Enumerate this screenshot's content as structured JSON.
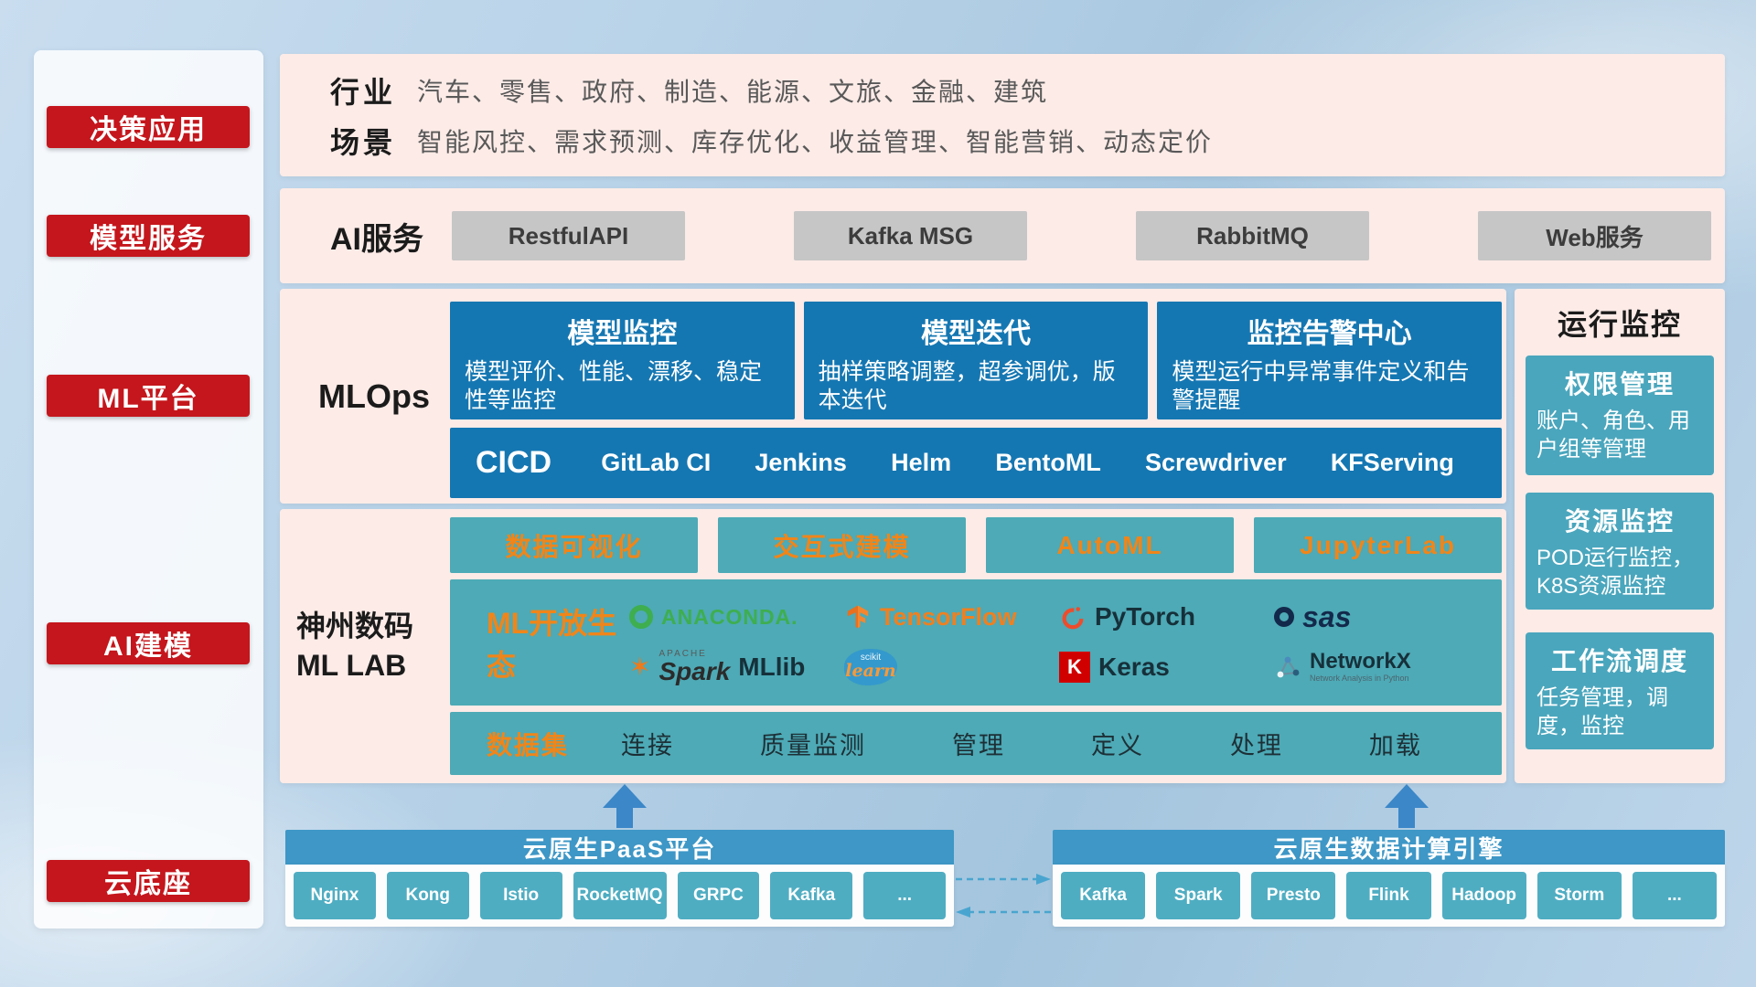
{
  "sidebar": {
    "items": [
      {
        "label": "决策应用"
      },
      {
        "label": "模型服务"
      },
      {
        "label": "ML平台"
      },
      {
        "label": "AI建模"
      },
      {
        "label": "云底座"
      }
    ]
  },
  "industry": {
    "rows": [
      {
        "label": "行业",
        "text": "汽车、零售、政府、制造、能源、文旅、金融、建筑"
      },
      {
        "label": "场景",
        "text": "智能风控、需求预测、库存优化、收益管理、智能营销、动态定价"
      }
    ]
  },
  "ai_service": {
    "label": "AI服务",
    "services": [
      "RestfulAPI",
      "Kafka MSG",
      "RabbitMQ",
      "Web服务"
    ]
  },
  "mlops": {
    "label": "MLOps",
    "cards": [
      {
        "title": "模型监控",
        "desc": "模型评价、性能、漂移、稳定性等监控"
      },
      {
        "title": "模型迭代",
        "desc": "抽样策略调整，超参调优，版本迭代"
      },
      {
        "title": "监控告警中心",
        "desc": "模型运行中异常事件定义和告警提醒"
      }
    ],
    "cicd_label": "CICD",
    "cicd_tools": [
      "GitLab CI",
      "Jenkins",
      "Helm",
      "BentoML",
      "Screwdriver",
      "KFServing"
    ]
  },
  "mllab": {
    "label_line1": "神州数码",
    "label_line2": "ML LAB",
    "features": [
      "数据可视化",
      "交互式建模",
      "AutoML",
      "JupyterLab"
    ],
    "eco_label": "ML开放生态",
    "logos": {
      "anaconda": "ANACONDA.",
      "tensorflow": "TensorFlow",
      "pytorch": "PyTorch",
      "sas": "sas",
      "spark_prefix": "APACHE",
      "spark": "Spark",
      "mllib": "MLlib",
      "scikit_small": "scikit",
      "scikit_main": "learn",
      "keras_initial": "K",
      "keras": "Keras",
      "networkx": "NetworkX",
      "networkx_sub": "Network Analysis in Python"
    },
    "dataset_label": "数据集",
    "dataset_items": [
      "连接",
      "质量监测",
      "管理",
      "定义",
      "处理",
      "加载"
    ]
  },
  "monitor": {
    "title": "运行监控",
    "cards": [
      {
        "title": "权限管理",
        "desc": "账户、角色、用户组等管理"
      },
      {
        "title": "资源监控",
        "desc": "POD运行监控，K8S资源监控"
      },
      {
        "title": "工作流调度",
        "desc": "任务管理，调度，监控"
      }
    ]
  },
  "cloud": {
    "paas_title": "云原生PaaS平台",
    "paas_items": [
      "Nginx",
      "Kong",
      "Istio",
      "RocketMQ",
      "GRPC",
      "Kafka",
      "..."
    ],
    "engine_title": "云原生数据计算引擎",
    "engine_items": [
      "Kafka",
      "Spark",
      "Presto",
      "Flink",
      "Hadoop",
      "Storm",
      "..."
    ]
  },
  "colors": {
    "accent_red": "#c4161c",
    "panel_pink": "#fcebe7",
    "primary_blue": "#1577b2",
    "teal": "#4daab6",
    "chip_teal": "#4fadc2",
    "header_blue": "#3e97c6",
    "orange": "#f08519"
  }
}
